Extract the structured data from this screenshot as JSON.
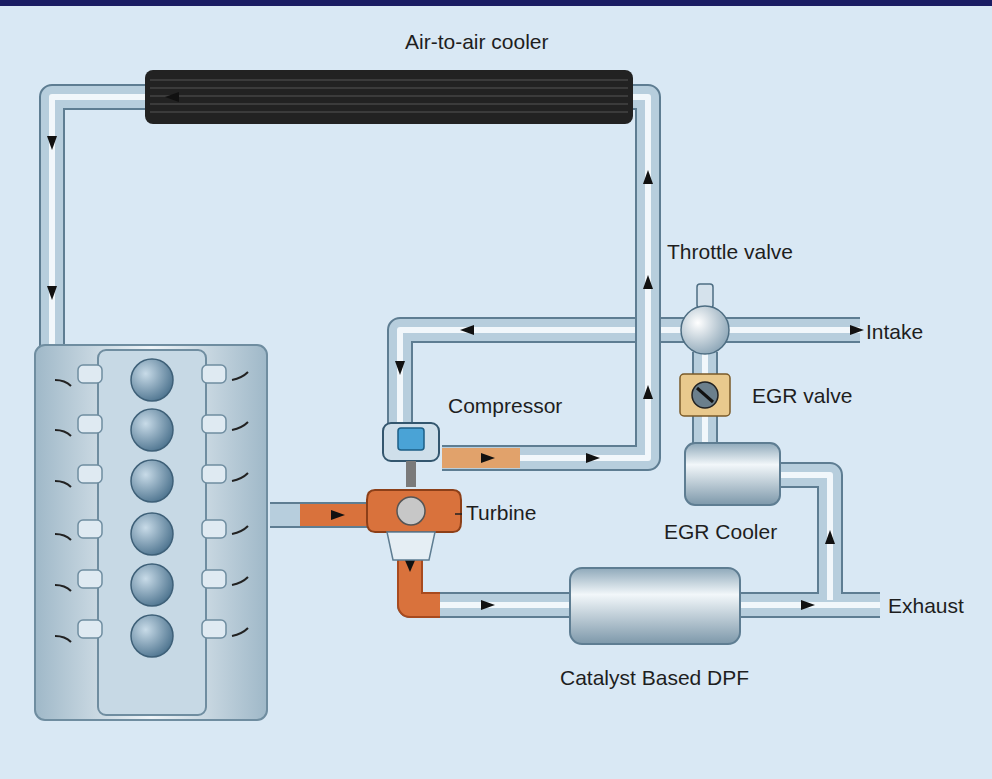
{
  "diagram": {
    "labels": [
      "Air-to-air cooler",
      "Throttle valve",
      "Intake",
      "EGR valve",
      "Compressor",
      "Turbine",
      "EGR Cooler",
      "Exhaust",
      "Catalyst Based DPF"
    ]
  }
}
